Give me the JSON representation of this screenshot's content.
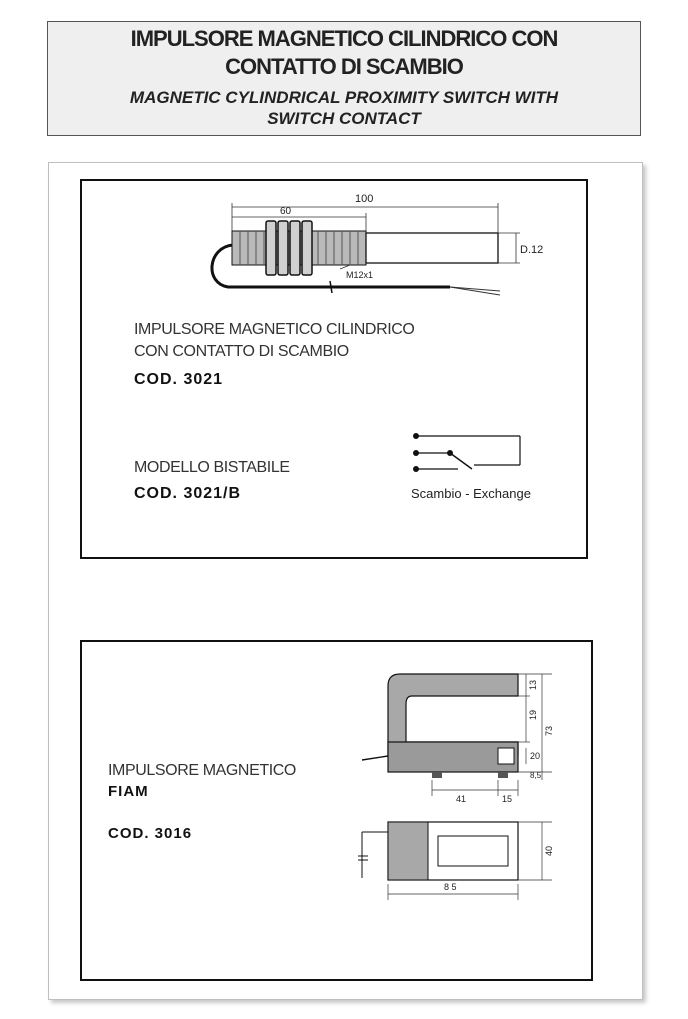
{
  "header": {
    "title_it_1": "IMPULSORE MAGNETICO CILINDRICO CON",
    "title_it_2": "CONTATTO DI SCAMBIO",
    "title_en_1": "MAGNETIC  CYLINDRICAL PROXIMITY SWITCH WITH",
    "title_en_2": "SWITCH CONTACT"
  },
  "card1": {
    "desc_1": "IMPULSORE MAGNETICO CILINDRICO",
    "desc_2": "CON CONTATTO DI SCAMBIO",
    "code": "COD. 3021",
    "model": "MODELLO BISTABILE",
    "model_code": "COD. 3021/B",
    "contact_label": "Scambio - Exchange",
    "dims": {
      "total": "100",
      "partial": "60",
      "diameter": "D.12",
      "thread": "M12x1"
    }
  },
  "card2": {
    "desc_1": "IMPULSORE MAGNETICO",
    "brand": "FIAM",
    "code": "COD. 3016",
    "dims": {
      "d13": "13",
      "d19": "19",
      "d73": "73",
      "d20": "20",
      "d85v": "8,5",
      "d41": "41",
      "d15": "15",
      "d40": "40",
      "d85": "8 5"
    }
  }
}
